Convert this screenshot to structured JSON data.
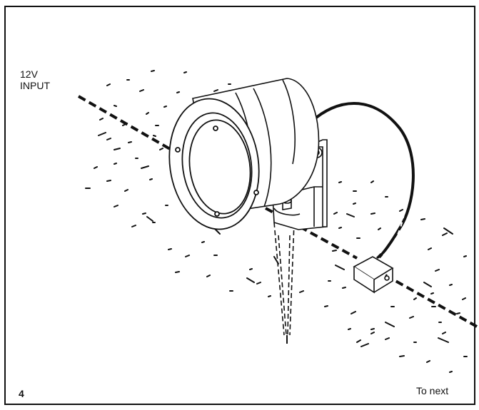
{
  "labels": {
    "input_line1": "12V",
    "input_line2": "INPUT",
    "to_next": "To next",
    "step_number": "4"
  },
  "colors": {
    "ink": "#111111",
    "paper": "#ffffff"
  }
}
